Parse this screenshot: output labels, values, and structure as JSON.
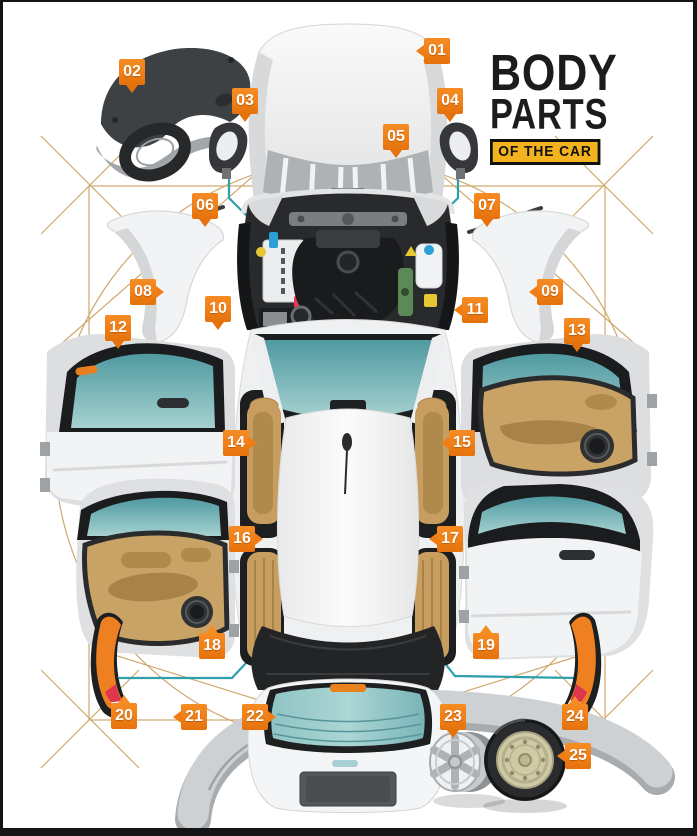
{
  "title": {
    "line1": "BODY",
    "line2": "PARTS",
    "badge": "OF THE CAR"
  },
  "colors": {
    "accent_orange": "#EF7D15",
    "badge_yellow": "#F2B31F",
    "glass_teal": "#6FB3B8",
    "leader_teal": "#2E9FAD",
    "leader_tan": "#C89A55",
    "seat_tan": "#C79E5F"
  },
  "labels": [
    {
      "number": "01"
    },
    {
      "number": "02"
    },
    {
      "number": "03"
    },
    {
      "number": "04"
    },
    {
      "number": "05"
    },
    {
      "number": "06"
    },
    {
      "number": "07"
    },
    {
      "number": "08"
    },
    {
      "number": "09"
    },
    {
      "number": "10"
    },
    {
      "number": "11"
    },
    {
      "number": "12"
    },
    {
      "number": "13"
    },
    {
      "number": "14"
    },
    {
      "number": "15"
    },
    {
      "number": "16"
    },
    {
      "number": "17"
    },
    {
      "number": "18"
    },
    {
      "number": "19"
    },
    {
      "number": "20"
    },
    {
      "number": "21"
    },
    {
      "number": "22"
    },
    {
      "number": "23"
    },
    {
      "number": "24"
    },
    {
      "number": "25"
    }
  ]
}
